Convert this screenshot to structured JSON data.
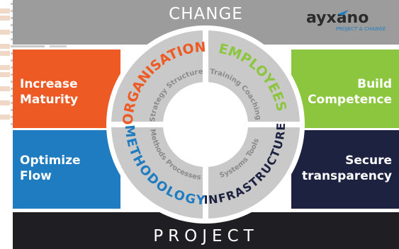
{
  "header": {
    "title": "CHANGE"
  },
  "footer": {
    "title": "PROJECT"
  },
  "logo": {
    "brand": "ayxano",
    "tagline": "PROJECT & CHANGE"
  },
  "quadrants": {
    "top_left": {
      "line1": "Increase",
      "line2": "Maturity",
      "color": "#ee5a24"
    },
    "top_right": {
      "line1": "Build",
      "line2": "Competence",
      "color": "#8cc63f"
    },
    "bottom_left": {
      "line1": "Optimize",
      "line2": "Flow",
      "color": "#1f7cc0"
    },
    "bottom_right": {
      "line1": "Secure",
      "line2": "transparency",
      "color": "#1c2240"
    }
  },
  "wheel": {
    "segments": [
      {
        "name": "ORGANISATION",
        "sub": "Strategy Structure",
        "color": "#ee5a24"
      },
      {
        "name": "EMPLOYEES",
        "sub": "Training Coaching",
        "color": "#8cc63f"
      },
      {
        "name": "METHODOLOGY",
        "sub": "Methods Processes",
        "color": "#1f7cc0"
      },
      {
        "name": "INFRASTRUCTURE",
        "sub": "Systems Tools",
        "color": "#1c2240"
      }
    ]
  }
}
